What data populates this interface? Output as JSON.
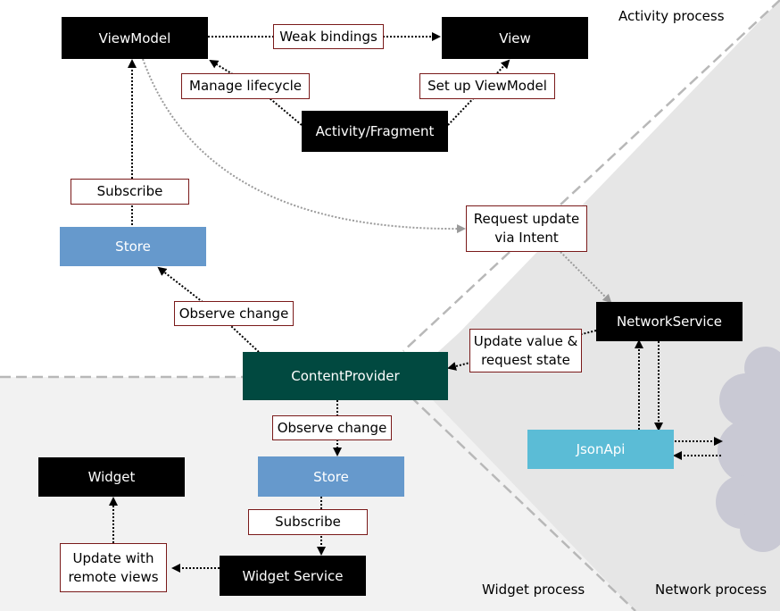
{
  "zones": {
    "activity": "Activity process",
    "widget": "Widget process",
    "network": "Network process"
  },
  "nodes": {
    "viewmodel": "ViewModel",
    "view": "View",
    "activity_fragment": "Activity/Fragment",
    "store_top": "Store",
    "content_provider": "ContentProvider",
    "network_service": "NetworkService",
    "json_api": "JsonApi",
    "widget": "Widget",
    "store_bottom": "Store",
    "widget_service": "Widget Service"
  },
  "labels": {
    "weak_bindings": "Weak bindings",
    "manage_lifecycle": "Manage lifecycle",
    "set_up_viewmodel": "Set up ViewModel",
    "subscribe_top": "Subscribe",
    "request_update": "Request update\nvia Intent",
    "observe_change_top": "Observe change",
    "update_value": "Update value &\nrequest state",
    "observe_change_bottom": "Observe change",
    "subscribe_bottom": "Subscribe",
    "update_remote": "Update with\nremote views"
  },
  "colors": {
    "node_dark": "#000000",
    "node_store": "#6699cc",
    "node_provider": "#014940",
    "node_api": "#5bbcd6",
    "label_border": "#7a1a1a",
    "widget_zone": "#f2f2f2",
    "network_zone": "#e6e6e6",
    "cloud": "#c9c9d4"
  },
  "icons": {
    "cloud": "cloud-icon"
  }
}
